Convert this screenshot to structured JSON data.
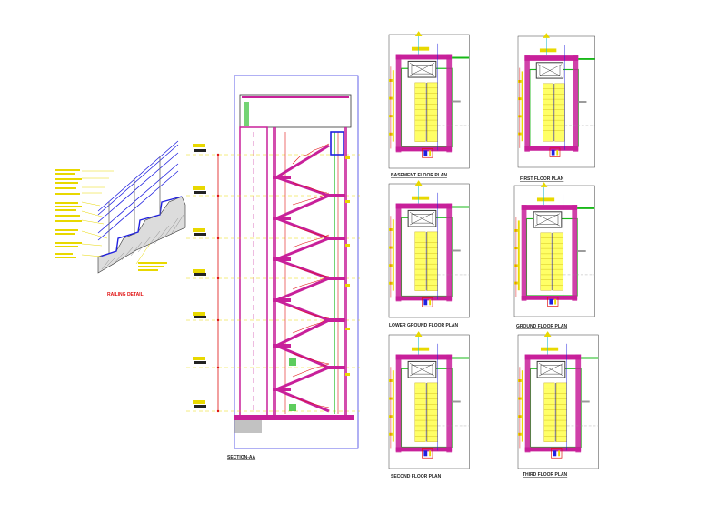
{
  "drawing": {
    "railing_detail_title": "RAILING DETAIL",
    "section_title": "SECTION-AA",
    "plans": {
      "basement": "BASEMENT FLOOR PLAN",
      "first": "FIRST FLOOR PLAN",
      "lower_ground": "LOWER GROUND FLOOR PLAN",
      "ground": "GROUND FLOOR PLAN",
      "second": "SECOND FLOOR PLAN",
      "third": "THIRD FLOOR PLAN"
    }
  },
  "colors": {
    "wall": "#c8209a",
    "stair_fill": "#ffff66",
    "green": "#18b818",
    "blue": "#2020e0",
    "red": "#e01010",
    "yellow": "#e8d800",
    "cyan": "#20b8d0"
  }
}
